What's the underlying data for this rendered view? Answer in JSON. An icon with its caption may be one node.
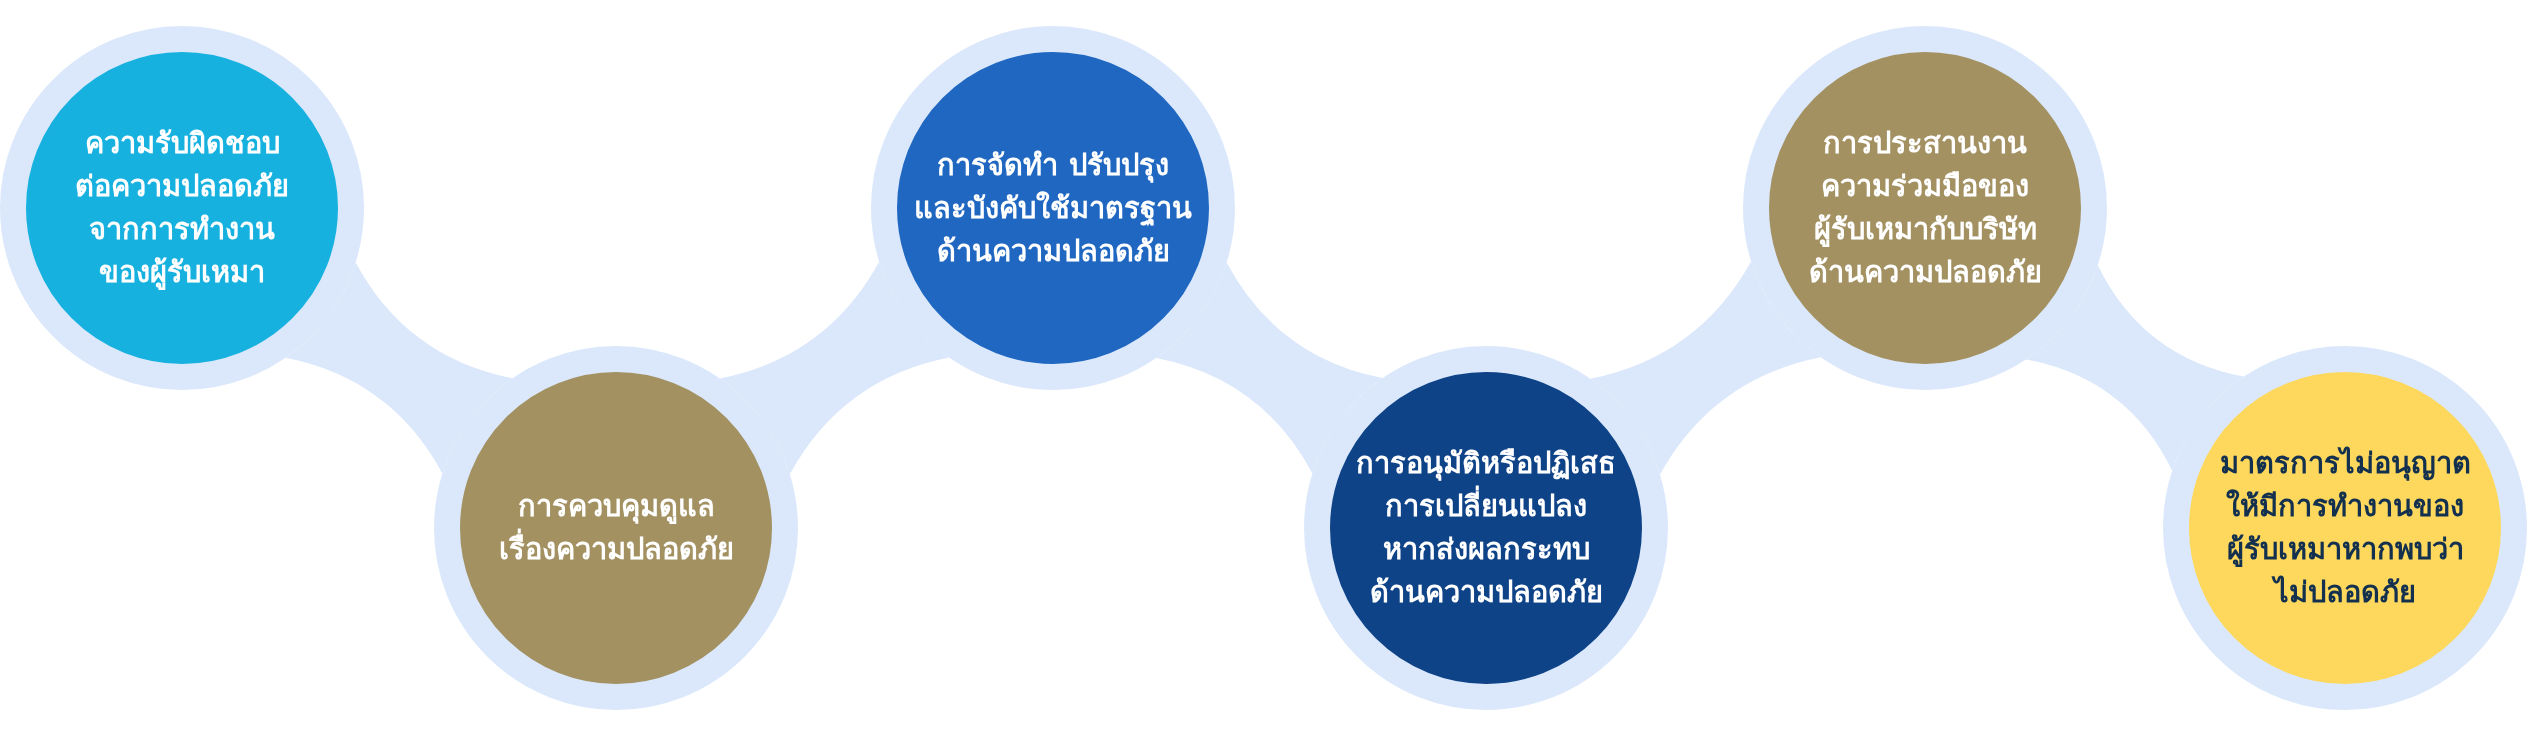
{
  "diagram": {
    "nodes": [
      {
        "text": [
          "ความรับผิดชอบต่อความปลอดภัยจากการทำงานของผู้รับเหมา"
        ]
      },
      {
        "text": [
          "การควบคุมดูแลเรื่องความปลอดภัย"
        ]
      },
      {
        "text": [
          "การจัดทำ ปรับปรุงและบังคับใช้มาตรฐานด้านความปลอดภัย"
        ]
      },
      {
        "text": [
          "การอนุมัติหรือปฏิเสธการเปลี่ยนแปลงหากส่งผลกระทบด้านความปลอดภัย"
        ]
      },
      {
        "text": [
          "การประสานงานความร่วมมือของผู้รับเหมากับบริษัทด้านความปลอดภัย"
        ]
      },
      {
        "text": [
          "มาตรการไม่อนุญาตให้มีการทำงานของผู้รับเหมาหากพบว่าไม่ปลอดภัย"
        ]
      }
    ],
    "edges": [
      {
        "from": 0,
        "to": 1,
        "arrow": "none"
      },
      {
        "from": 1,
        "to": 2,
        "arrow": "none"
      },
      {
        "from": 2,
        "to": 3,
        "arrow": "none"
      },
      {
        "from": 3,
        "to": 4,
        "arrow": "none"
      },
      {
        "from": 4,
        "to": 5,
        "arrow": "none"
      }
    ]
  }
}
